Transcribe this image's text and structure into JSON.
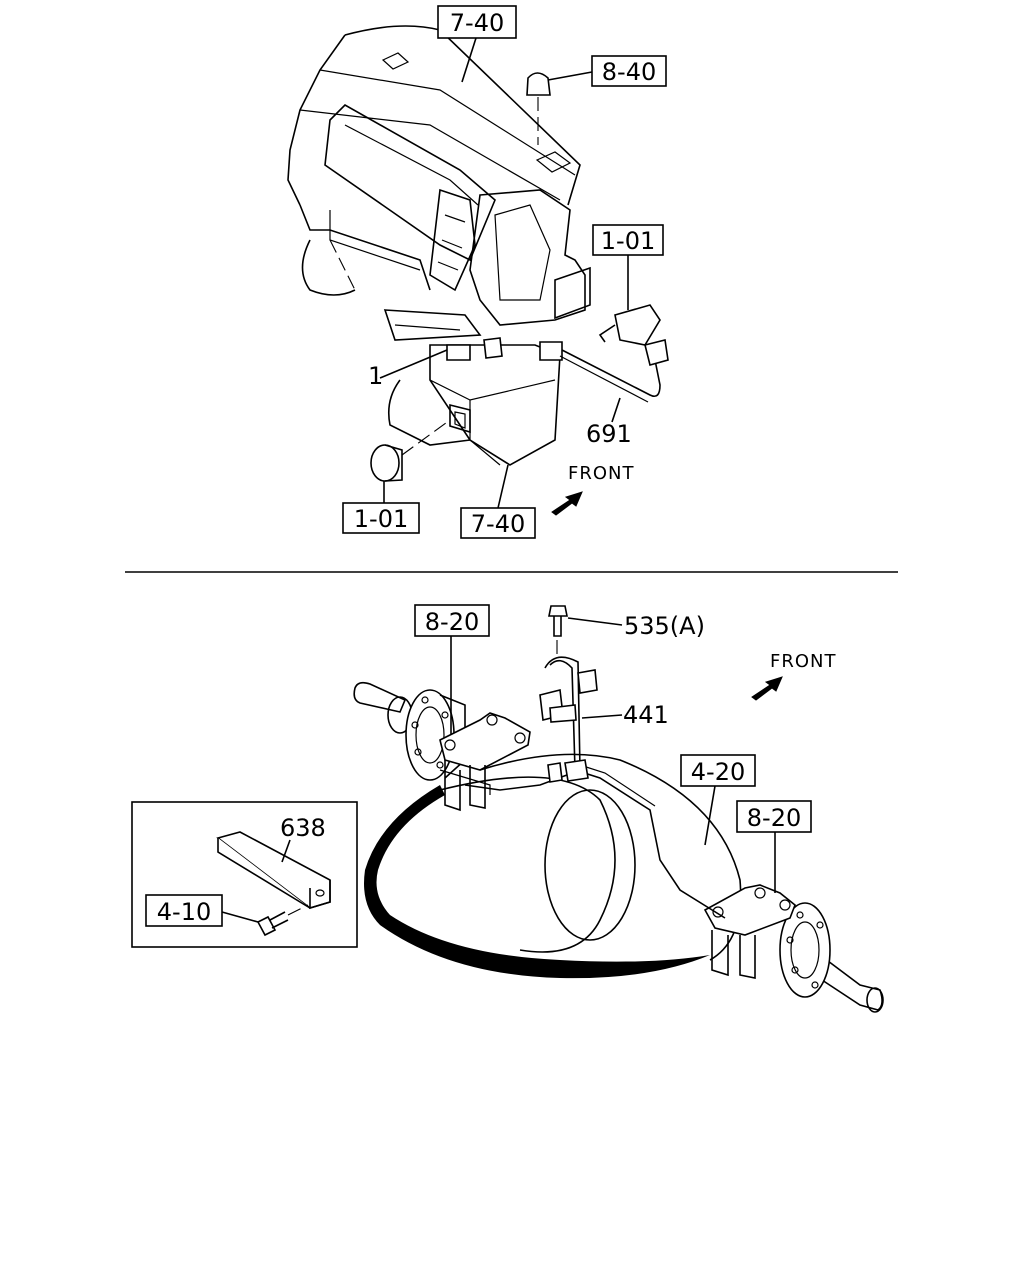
{
  "upper": {
    "refs": {
      "ref_7_40_top": "7-40",
      "ref_8_40": "8-40",
      "ref_1_01_right": "1-01",
      "ref_1_01_left": "1-01",
      "ref_7_40_bottom": "7-40"
    },
    "parts": {
      "part_1": "1",
      "part_691": "691"
    },
    "front": "FRONT"
  },
  "lower": {
    "refs": {
      "ref_8_20_left": "8-20",
      "ref_4_20": "4-20",
      "ref_8_20_right": "8-20",
      "ref_4_10": "4-10"
    },
    "parts": {
      "part_535": "535(A)",
      "part_441": "441",
      "part_638": "638"
    },
    "front": "FRONT"
  }
}
